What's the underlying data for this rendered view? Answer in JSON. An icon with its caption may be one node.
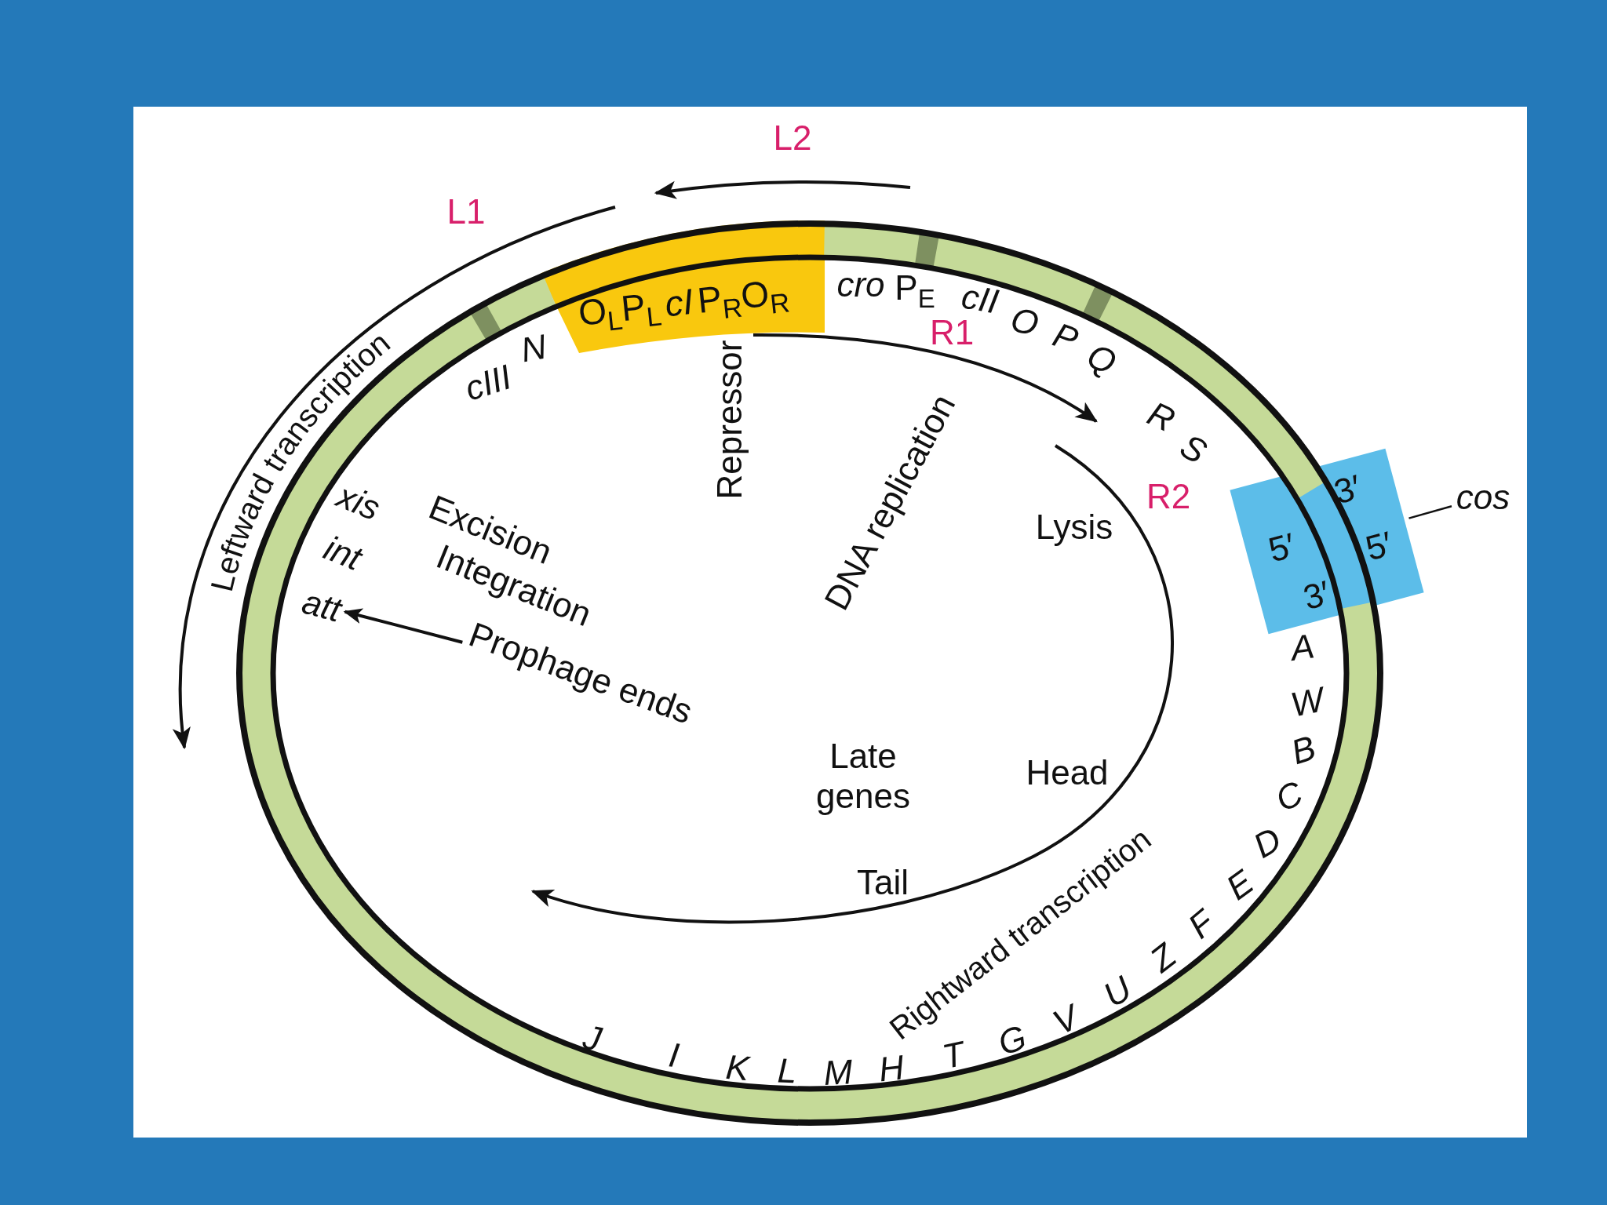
{
  "diagram": {
    "nodes": [
      {
        "text": [
          "O$_{L}$P$_{L}$",
          "cI",
          "P$_{R}$O$_{R}$"
        ]
      },
      {
        "text": [
          "3′",
          "5′",
          "5′",
          "3′"
        ]
      },
      {
        "text": [
          "cos"
        ]
      },
      {
        "text": [
          "att"
        ]
      },
      {
        "text": [
          "Prophage ends"
        ]
      }
    ],
    "edges": [
      {
        "from": 2,
        "to": 1,
        "arrow": "none"
      },
      {
        "from": 4,
        "to": 3,
        "arrow": "to"
      }
    ],
    "labels": [
      "L2",
      "L1",
      "Leftward transcription",
      "cIII",
      "N",
      "cro",
      "P$_{E}$",
      "cII",
      "O",
      "P",
      "Q",
      "R1",
      "Repressor",
      "DNA replication",
      "R",
      "S",
      "R2",
      "Lysis",
      "xis",
      "Excision",
      "int",
      "Integration",
      "Late genes",
      "Head",
      "Tail",
      "Rightward transcription",
      "A",
      "W",
      "B",
      "C",
      "D",
      "E",
      "F",
      "Z",
      "U",
      "V",
      "G",
      "T",
      "H",
      "M",
      "L",
      "K",
      "I",
      "J"
    ]
  }
}
